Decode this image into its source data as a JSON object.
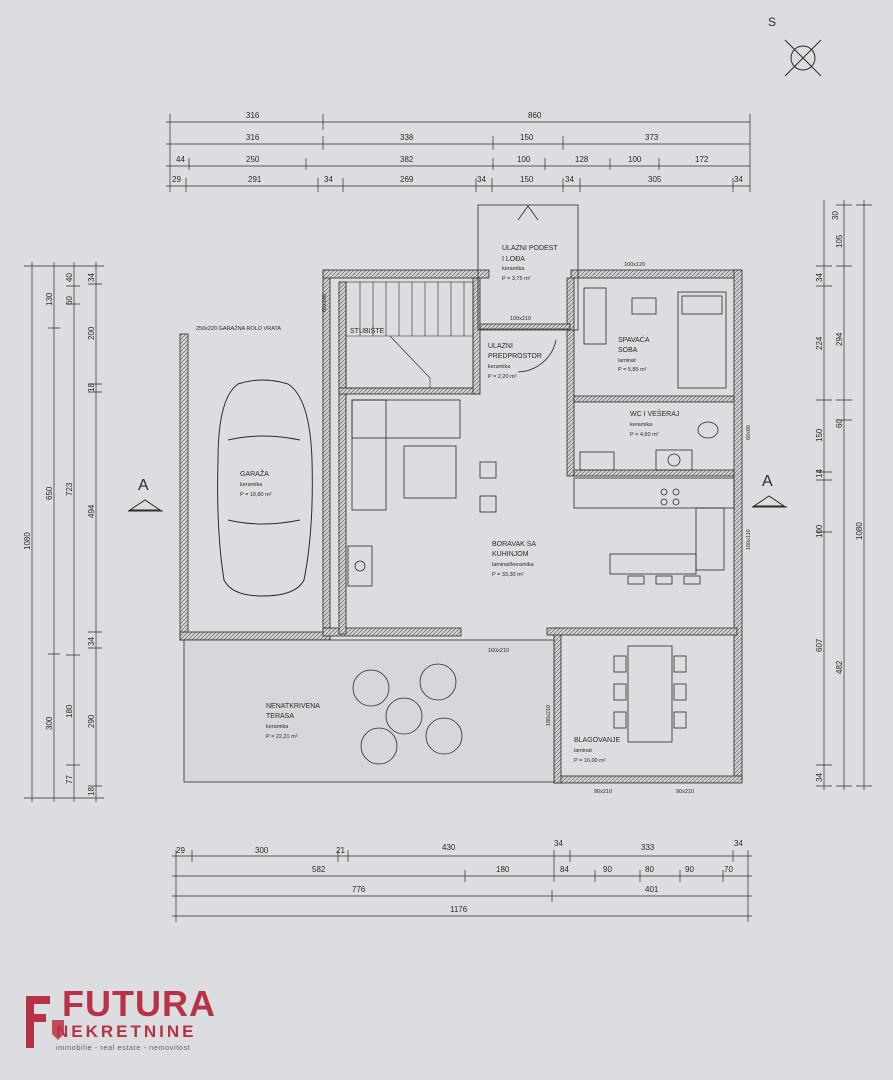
{
  "compass": {
    "north_letter": "S"
  },
  "top_dims": {
    "row1": [
      "316",
      "860"
    ],
    "row2": [
      "316",
      "338",
      "150",
      "373"
    ],
    "row3": [
      "44",
      "250",
      "382",
      "100",
      "128",
      "100",
      "172"
    ],
    "row4": [
      "29",
      "291",
      "34",
      "269",
      "34",
      "150",
      "34",
      "305",
      "34"
    ]
  },
  "bottom_dims": {
    "row1": [
      "29",
      "300",
      "21",
      "430",
      "34",
      "333",
      "34"
    ],
    "row2": [
      "582",
      "180",
      "84",
      "90",
      "80",
      "90",
      "70"
    ],
    "row3": [
      "776",
      "401"
    ],
    "row4": [
      "1176"
    ]
  },
  "left_dims": {
    "col1": [
      "1080"
    ],
    "col2": [
      "130",
      "650",
      "300"
    ],
    "col3": [
      "40",
      "60",
      "723",
      "180",
      "77"
    ],
    "col4": [
      "34",
      "200",
      "18",
      "494",
      "34",
      "290",
      "18"
    ]
  },
  "right_dims": {
    "col1": [
      "30",
      "34",
      "224",
      "150",
      "14",
      "100",
      "607",
      "34"
    ],
    "col2": [
      "105",
      "294",
      "60",
      "482"
    ],
    "col3": [
      "1080"
    ]
  },
  "section_marks": {
    "left": "A",
    "right": "A"
  },
  "openings": {
    "garage_door": "250x220 GARAŽNA ROLO VRATA",
    "window_stair": "60x140",
    "window_bedroom": "100x120",
    "door_entry": "100x210",
    "window_wc": "60x80",
    "window_kitchen": "160x110",
    "door_living": "160x210",
    "door_terrace": "180x210",
    "window_dining_1": "90x210",
    "window_dining_2": "90x210"
  },
  "rooms": {
    "podest": {
      "name": "ULAZNI PODEST",
      "name2": "I LOĐA",
      "floor": "keramika",
      "area": "P = 3,75 m²"
    },
    "stubiste": {
      "name": "STUBIŠTE"
    },
    "predprostor": {
      "name": "ULAZNI",
      "name2": "PREDPROSTOR",
      "floor": "keramika",
      "area": "P = 2,20 m²"
    },
    "spavaca": {
      "name": "SPAVAĆA",
      "name2": "SOBA",
      "floor": "laminat",
      "area": "P = 5,85 m²"
    },
    "wc": {
      "name": "WC I VEŠERAJ",
      "floor": "keramika",
      "area": "P = 4,60 m²"
    },
    "garaza": {
      "name": "GARAŽA",
      "floor": "keramika",
      "area": "P = 18,80 m²"
    },
    "boravak": {
      "name": "BORAVAK SA",
      "name2": "KUHINJOM",
      "floor": "laminat/keramika",
      "area": "P = 33,30 m²"
    },
    "terasa": {
      "name": "NENATKRIVENA",
      "name2": "TERASA",
      "floor": "keramika",
      "area": "P = 22,21 m²"
    },
    "blagovanje": {
      "name": "BLAGOVANJE",
      "floor": "laminat",
      "area": "P = 16,00 m²"
    }
  },
  "brand": {
    "name": "FUTURA",
    "sub": "NEKRETNINE",
    "tagline": "immobilie - real estate - nemovitost",
    "color": "#b83245"
  }
}
